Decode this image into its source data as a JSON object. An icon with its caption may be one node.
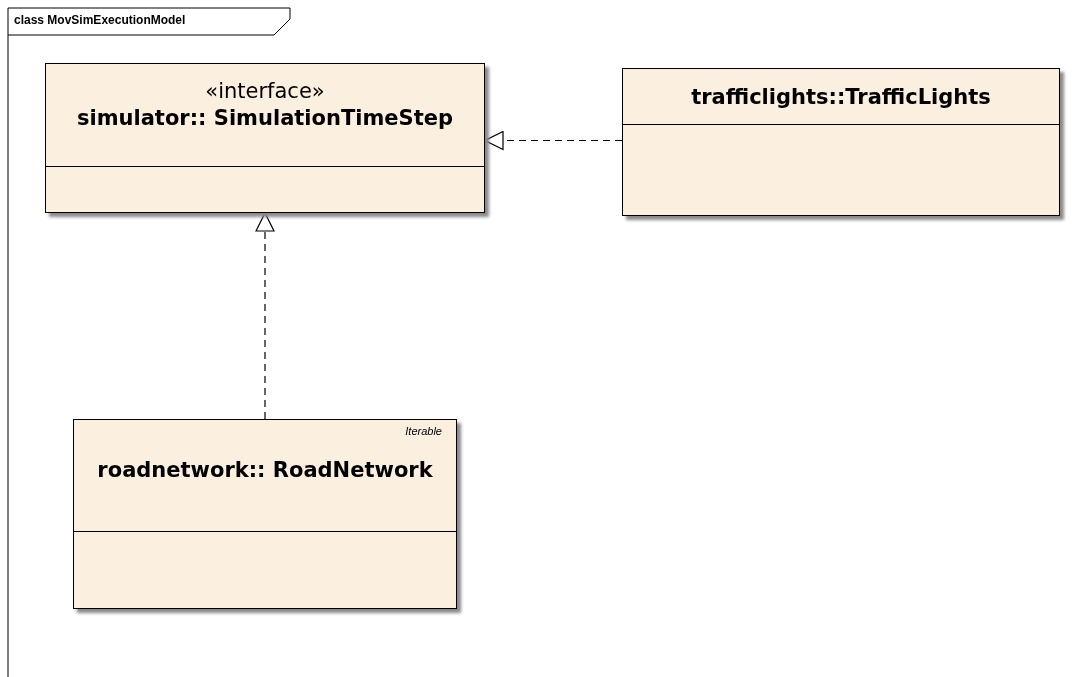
{
  "diagram": {
    "title": "class MovSimExecutionModel",
    "nodes": [
      {
        "text": [
          "«interface»",
          "simulator:: SimulationTimeStep"
        ]
      },
      {
        "text": [
          "trafficlights::TrafficLights"
        ]
      },
      {
        "text": [
          "Iterable",
          "roadnetwork:: RoadNetwork"
        ]
      }
    ],
    "edges": [
      {
        "from": 1,
        "to": 0,
        "arrow": "to",
        "style": "dashed"
      },
      {
        "from": 2,
        "to": 0,
        "arrow": "to",
        "style": "dashed"
      }
    ]
  }
}
